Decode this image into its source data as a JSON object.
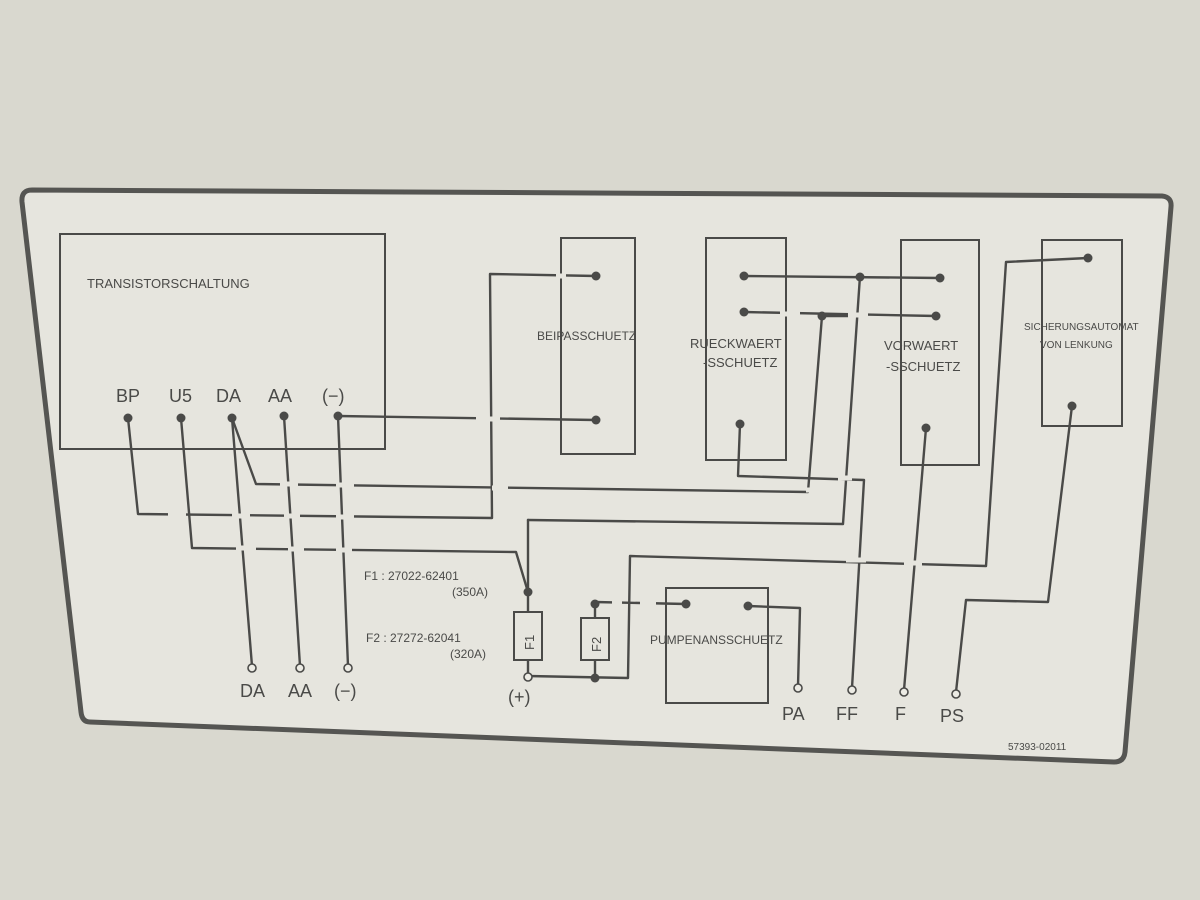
{
  "colors": {
    "wall": "#d9d8cf",
    "panel": "#e6e5de",
    "ink": "#4a4a48"
  },
  "blocks": {
    "transistor": "TRANSISTORSCHALTUNG",
    "bypass": "BEIPASSCHUETZ",
    "reverse": [
      "RUECKWAERT",
      "-SSCHUETZ"
    ],
    "forward": [
      "VORWAERT",
      "-SSCHUETZ"
    ],
    "breaker": [
      "SICHERUNGSAUTOMAT",
      "VON LENKUNG"
    ],
    "pump": "PUMPENANSSCHUETZ"
  },
  "top_terminals": [
    "BP",
    "U5",
    "DA",
    "AA",
    "(−)"
  ],
  "bottom_terminals": [
    "DA",
    "AA",
    "(−)",
    "(+)",
    "PA",
    "FF",
    "F",
    "PS"
  ],
  "fuses": [
    {
      "id": "F1",
      "part": "F1 : 27022-62401",
      "rating": "(350A)"
    },
    {
      "id": "F2",
      "part": "F2 : 27272-62041",
      "rating": "(320A)"
    }
  ],
  "part_number": "57393-02011"
}
